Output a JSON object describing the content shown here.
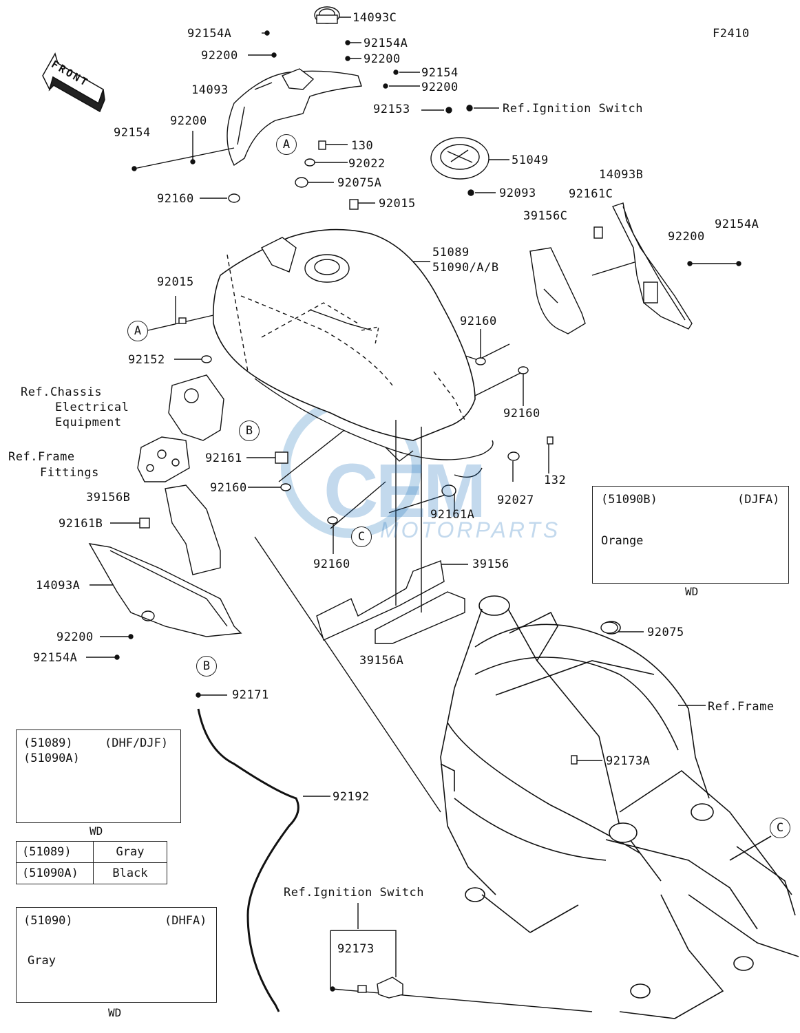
{
  "figure_id": "F2410",
  "front_label": "FRONT",
  "callouts": {
    "p14093C": "14093C",
    "p92154A_1": "92154A",
    "p92200_1": "92200",
    "p92154A_2": "92154A",
    "p92200_2": "92200",
    "p14093": "14093",
    "p92154_1": "92154",
    "p92200_3": "92200",
    "p92153": "92153",
    "ref_ign_1": "Ref.Ignition Switch",
    "p92154_2": "92154",
    "p92200_4": "92200",
    "p130": "130",
    "p51049": "51049",
    "p92022": "92022",
    "p92075A": "92075A",
    "p92093": "92093",
    "p14093B": "14093B",
    "p92161C": "92161C",
    "p92160_1": "92160",
    "p92015_1": "92015",
    "p39156C": "39156C",
    "p92154A_3": "92154A",
    "p92200_5": "92200",
    "p51089": "51089",
    "p51090AB": "51090/A/B",
    "p92015_2": "92015",
    "p92160_2": "92160",
    "p92152": "92152",
    "ref_chassis_1": "Ref.Chassis",
    "ref_chassis_2": "Electrical",
    "ref_chassis_3": "Equipment",
    "p92160_3": "92160",
    "ref_frame_fit_1": "Ref.Frame",
    "ref_frame_fit_2": "Fittings",
    "p92161": "92161",
    "p132": "132",
    "p92160_4": "92160",
    "p39156B": "39156B",
    "p92027": "92027",
    "p92161A": "92161A",
    "p92161B": "92161B",
    "p92160_5": "92160",
    "p39156": "39156",
    "p14093A": "14093A",
    "p92200_6": "92200",
    "p92154A_4": "92154A",
    "p39156A": "39156A",
    "p92075": "92075",
    "p92171": "92171",
    "ref_frame": "Ref.Frame",
    "p92173A": "92173A",
    "p92192": "92192",
    "ref_ign_2": "Ref.Ignition Switch",
    "p92173": "92173"
  },
  "circle_refs": {
    "a1": "A",
    "a2": "A",
    "b1": "B",
    "b2": "B",
    "c1": "C",
    "c2": "C"
  },
  "variant_boxes": {
    "djfa": {
      "code": "(51090B)",
      "model": "(DJFA)",
      "color_label": "Orange",
      "caption": "WD"
    },
    "dhf": {
      "code1": "(51089)",
      "code2": "(51090A)",
      "model": "(DHF/DJF)",
      "caption": "WD"
    },
    "dhfa": {
      "code": "(51090)",
      "model": "(DHFA)",
      "color_label": "Gray",
      "caption": "WD"
    }
  },
  "color_table": [
    {
      "code": "(51089)",
      "color": "Gray"
    },
    {
      "code": "(51090A)",
      "color": "Black"
    }
  ],
  "watermark": {
    "main": "CEM",
    "sub": "MOTORPARTS"
  }
}
